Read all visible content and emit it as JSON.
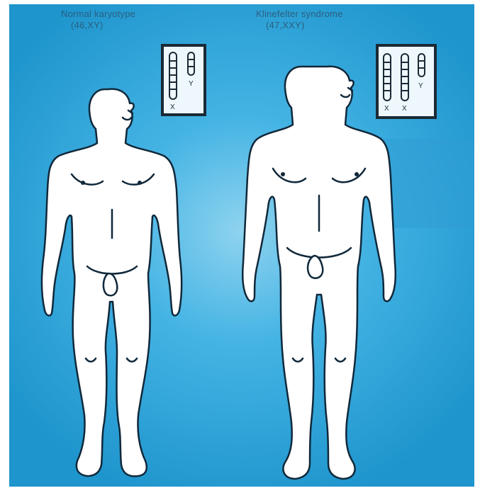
{
  "figures": [
    {
      "caption_line1": "Normal karyotype",
      "caption_line2": "(46,XY)",
      "chromosome_labels": [
        "X",
        "Y"
      ]
    },
    {
      "caption_line1": "Klinefelter syndrome",
      "caption_line2": "(47,XXY)",
      "chromosome_labels": [
        "X",
        "X",
        "Y"
      ]
    }
  ],
  "colors": {
    "background": "#2a9fd6",
    "body_fill": "#ffffff",
    "outline": "#10283a",
    "caption": "#2a5f80"
  }
}
